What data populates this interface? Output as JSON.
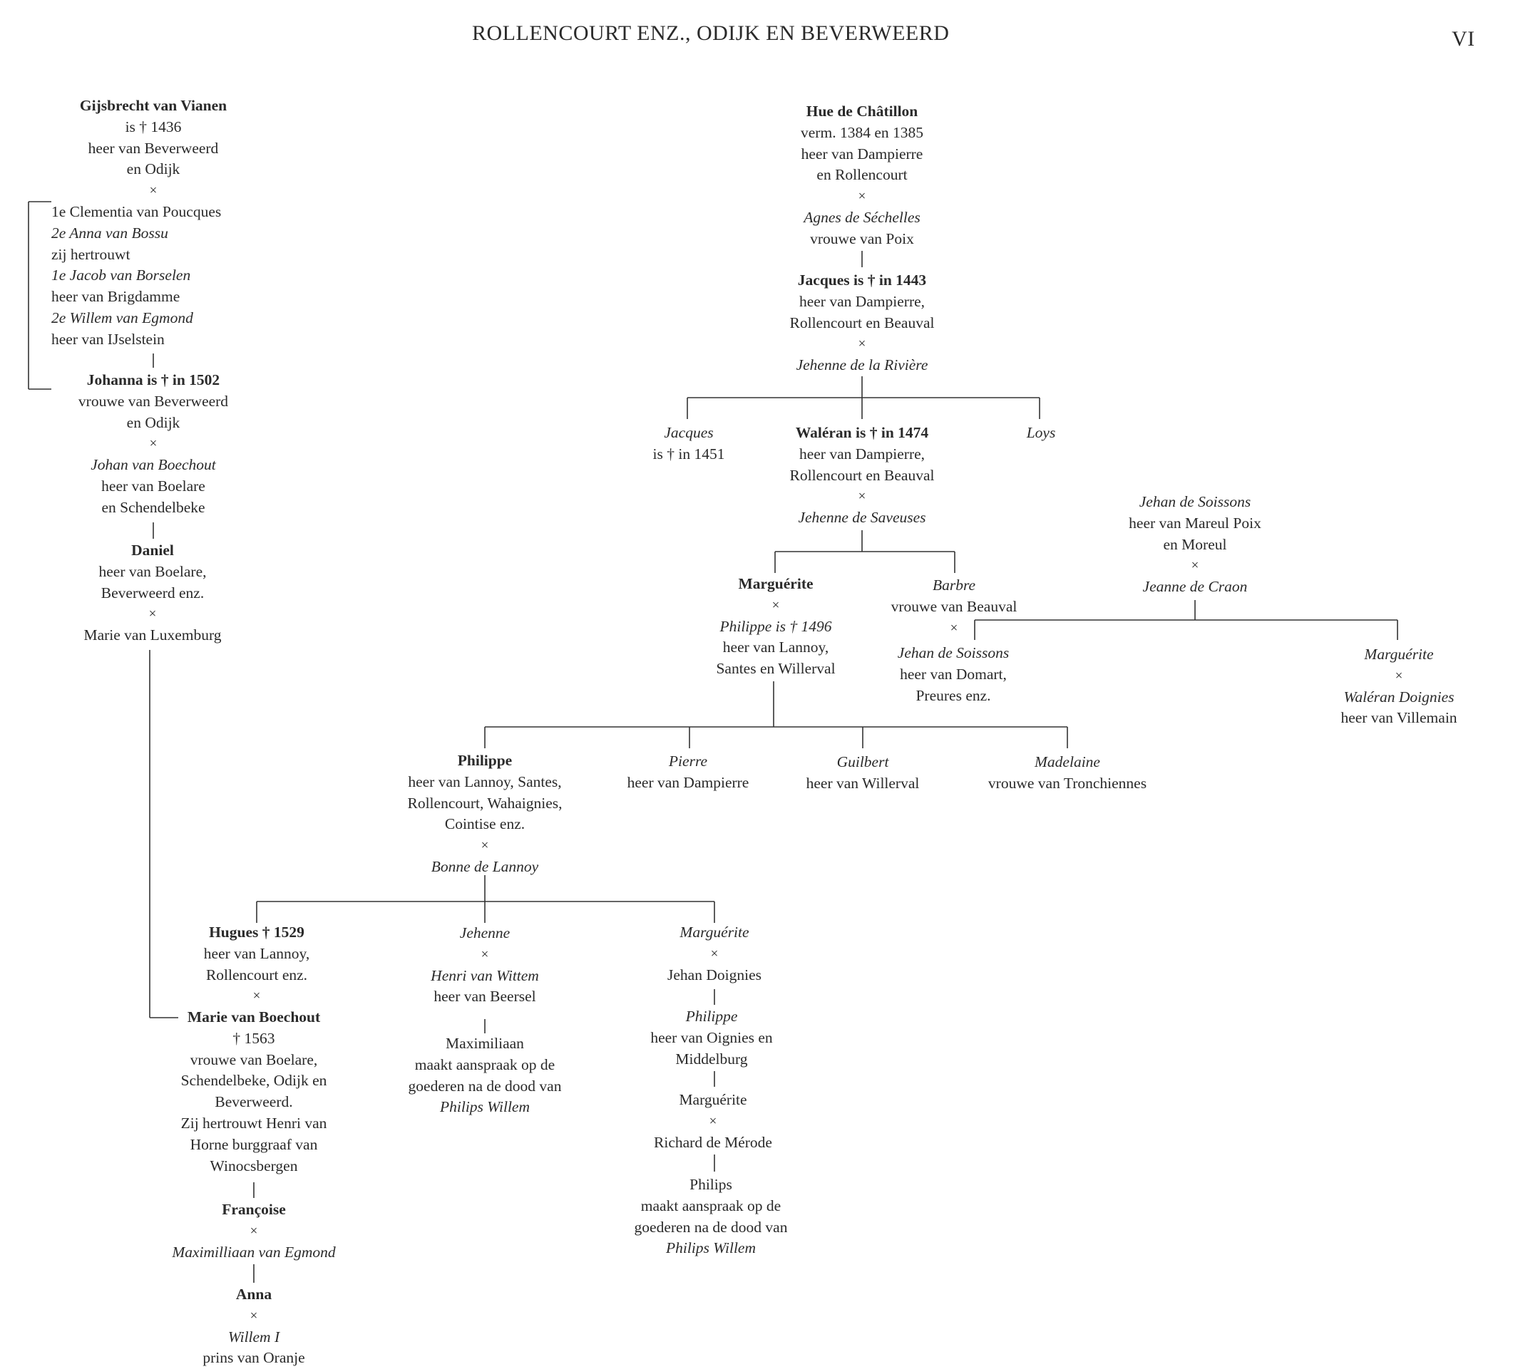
{
  "header": {
    "title": "ROLLENCOURT ENZ., ODIJK EN BEVERWEERD",
    "page": "VI"
  },
  "nodes": {
    "gijsbrecht": [
      {
        "t": "Gijsbrecht van Vianen",
        "s": "b"
      },
      {
        "t": "is † 1436"
      },
      {
        "t": "heer van Beverweerd"
      },
      {
        "t": "en Odijk"
      },
      {
        "t": "×",
        "s": "x"
      }
    ],
    "gijs_wives": [
      {
        "t": "1e Clementia van Poucques"
      },
      {
        "t": "2e Anna van Bossu",
        "s": "i"
      },
      {
        "t": "zij hertrouwt"
      },
      {
        "t": "1e Jacob van Borselen",
        "s": "i"
      },
      {
        "t": "heer van Brigdamme"
      },
      {
        "t": "2e Willem van Egmond",
        "s": "i"
      },
      {
        "t": "heer van IJselstein"
      }
    ],
    "johanna": [
      {
        "t": "Johanna is † in 1502",
        "s": "b"
      },
      {
        "t": "vrouwe van Beverweerd"
      },
      {
        "t": "en Odijk"
      },
      {
        "t": "×",
        "s": "x"
      },
      {
        "t": "Johan van Boechout",
        "s": "i"
      },
      {
        "t": "heer van Boelare"
      },
      {
        "t": "en Schendelbeke"
      }
    ],
    "daniel": [
      {
        "t": "Daniel",
        "s": "b"
      },
      {
        "t": "heer van Boelare,"
      },
      {
        "t": "Beverweerd enz."
      },
      {
        "t": "×",
        "s": "x"
      },
      {
        "t": "Marie van Luxemburg"
      }
    ],
    "hue": [
      {
        "t": "Hue de Châtillon",
        "s": "b"
      },
      {
        "t": "verm. 1384 en 1385"
      },
      {
        "t": "heer van Dampierre"
      },
      {
        "t": "en Rollencourt"
      },
      {
        "t": "×",
        "s": "x"
      },
      {
        "t": "Agnes de Séchelles",
        "s": "i"
      },
      {
        "t": "vrouwe van Poix"
      }
    ],
    "jacques1": [
      {
        "t": "Jacques is † in 1443",
        "s": "b"
      },
      {
        "t": "heer van Dampierre,"
      },
      {
        "t": "Rollencourt en Beauval"
      },
      {
        "t": "×",
        "s": "x"
      },
      {
        "t": "Jehenne de la Rivière",
        "s": "i"
      }
    ],
    "jacques2": [
      {
        "t": "Jacques",
        "s": "i"
      },
      {
        "t": "is † in 1451"
      }
    ],
    "waleran": [
      {
        "t": "Waléran is † in 1474",
        "s": "b"
      },
      {
        "t": "heer van Dampierre,"
      },
      {
        "t": "Rollencourt en Beauval"
      },
      {
        "t": "×",
        "s": "x"
      },
      {
        "t": "Jehenne de Saveuses",
        "s": "i"
      }
    ],
    "loys": [
      {
        "t": "Loys",
        "s": "i"
      }
    ],
    "jehan_soissons_sr": [
      {
        "t": "Jehan de Soissons",
        "s": "i"
      },
      {
        "t": "heer van Mareul Poix"
      },
      {
        "t": "en Moreul"
      },
      {
        "t": "×",
        "s": "x"
      },
      {
        "t": "Jeanne de Craon",
        "s": "i"
      }
    ],
    "marguerite1": [
      {
        "t": "Marguérite",
        "s": "b"
      },
      {
        "t": "×",
        "s": "x"
      },
      {
        "t": "Philippe is † 1496",
        "s": "i"
      },
      {
        "t": "heer van Lannoy,"
      },
      {
        "t": "Santes en Willerval"
      }
    ],
    "barbre": [
      {
        "t": "Barbre",
        "s": "i"
      },
      {
        "t": "vrouwe van Beauval"
      },
      {
        "t": "×",
        "s": "x"
      }
    ],
    "jehan_soissons_jr": [
      {
        "t": "Jehan de Soissons",
        "s": "i"
      },
      {
        "t": "heer van Domart,"
      },
      {
        "t": "Preures enz."
      }
    ],
    "marguerite_doignies": [
      {
        "t": "Marguérite",
        "s": "i"
      },
      {
        "t": "×",
        "s": "x"
      },
      {
        "t": "Waléran Doignies",
        "s": "i"
      },
      {
        "t": "heer van Villemain"
      }
    ],
    "philippe2": [
      {
        "t": "Philippe",
        "s": "b"
      },
      {
        "t": "heer van Lannoy, Santes,"
      },
      {
        "t": "Rollencourt, Wahaignies,"
      },
      {
        "t": "Cointise enz."
      },
      {
        "t": "×",
        "s": "x"
      },
      {
        "t": "Bonne de Lannoy",
        "s": "i"
      }
    ],
    "pierre": [
      {
        "t": "Pierre",
        "s": "i"
      },
      {
        "t": "heer van Dampierre"
      }
    ],
    "guilbert": [
      {
        "t": "Guilbert",
        "s": "i"
      },
      {
        "t": "heer van Willerval"
      }
    ],
    "madelaine": [
      {
        "t": "Madelaine",
        "s": "i"
      },
      {
        "t": "vrouwe van Tronchiennes"
      }
    ],
    "hugues": [
      {
        "t": "Hugues † 1529",
        "s": "b"
      },
      {
        "t": "heer van Lannoy,"
      },
      {
        "t": "Rollencourt enz."
      },
      {
        "t": "×",
        "s": "x"
      }
    ],
    "marie_boechout": [
      {
        "t": "Marie van Boechout",
        "s": "b"
      },
      {
        "t": "† 1563"
      },
      {
        "t": "vrouwe van Boelare,"
      },
      {
        "t": "Schendelbeke, Odijk en"
      },
      {
        "t": "Beverweerd."
      },
      {
        "t": "Zij hertrouwt Henri van"
      },
      {
        "t": "Horne burggraaf van"
      },
      {
        "t": "Winocsbergen"
      }
    ],
    "francoise": [
      {
        "t": "Françoise",
        "s": "b"
      },
      {
        "t": "×",
        "s": "x"
      },
      {
        "t": "Maximilliaan van Egmond",
        "s": "i"
      }
    ],
    "anna": [
      {
        "t": "Anna",
        "s": "b"
      },
      {
        "t": "×",
        "s": "x"
      },
      {
        "t": "Willem I",
        "s": "i"
      },
      {
        "t": "prins van Oranje"
      }
    ],
    "jehenne": [
      {
        "t": "Jehenne",
        "s": "i"
      },
      {
        "t": "×",
        "s": "x"
      },
      {
        "t": "Henri van Wittem",
        "s": "i"
      },
      {
        "t": "heer van Beersel"
      }
    ],
    "maximiliaan": [
      {
        "t": "Maximiliaan"
      },
      {
        "t": "maakt aanspraak op de"
      },
      {
        "t": "goederen na de dood van"
      },
      {
        "t": "Philips Willem",
        "s": "i"
      }
    ],
    "marguerite3": [
      {
        "t": "Marguérite",
        "s": "i"
      },
      {
        "t": "×",
        "s": "x"
      },
      {
        "t": "Jehan Doignies"
      }
    ],
    "philippe3": [
      {
        "t": "Philippe",
        "s": "i"
      },
      {
        "t": "heer van Oignies en"
      },
      {
        "t": "Middelburg"
      }
    ],
    "marguerite4": [
      {
        "t": "Marguérite"
      },
      {
        "t": "×",
        "s": "x"
      },
      {
        "t": "Richard de Mérode"
      }
    ],
    "philips": [
      {
        "t": "Philips"
      },
      {
        "t": "maakt aanspraak op de"
      },
      {
        "t": "goederen na de dood van"
      },
      {
        "t": "Philips Willem",
        "s": "i"
      }
    ]
  }
}
